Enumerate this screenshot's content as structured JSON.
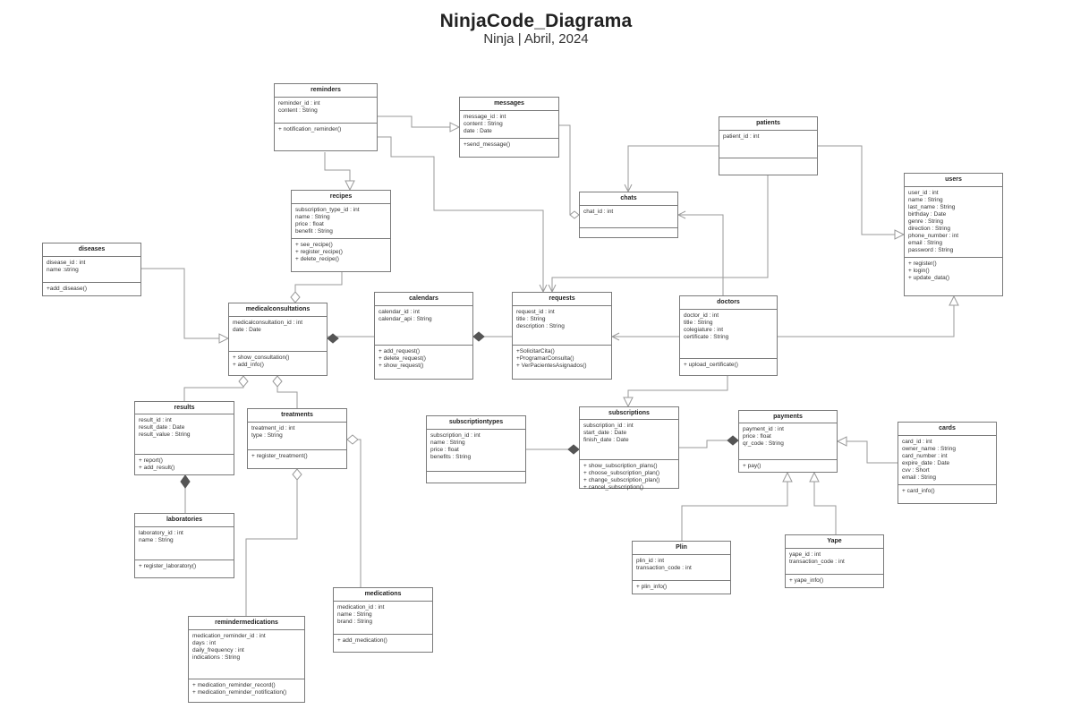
{
  "title": "NinjaCode_Diagrama",
  "subtitle": "Ninja  |  Abril, 2024",
  "classes": {
    "reminders": {
      "name": "reminders",
      "attributes": [
        "reminder_id : int",
        "content : String"
      ],
      "methods": [
        "+ notification_reminder()"
      ]
    },
    "messages": {
      "name": "messages",
      "attributes": [
        "message_id : int",
        "content : String",
        "date : Date"
      ],
      "methods": [
        "+send_message()"
      ]
    },
    "patients": {
      "name": "patients",
      "attributes": [
        "patient_id : int"
      ],
      "methods": []
    },
    "chats": {
      "name": "chats",
      "attributes": [
        "chat_id : int"
      ],
      "methods": []
    },
    "users": {
      "name": "users",
      "attributes": [
        "user_id : int",
        "name : String",
        "last_name : String",
        "birthday : Date",
        "genre : String",
        "direction : String",
        "phone_number : int",
        "email : String",
        "password : String"
      ],
      "methods": [
        "+ register()",
        "+ login()",
        "+ update_data()"
      ]
    },
    "recipes": {
      "name": "recipes",
      "attributes": [
        "subscription_type_id : int",
        "name : String",
        "price : float",
        "benefit : String"
      ],
      "methods": [
        "+ see_recipe()",
        "+ register_recipe()",
        "+ delete_recipe()"
      ]
    },
    "diseases": {
      "name": "diseases",
      "attributes": [
        "disease_id : int",
        "name :string"
      ],
      "methods": [
        "+add_disease()"
      ]
    },
    "medicalconsultations": {
      "name": "medicalconsultations",
      "attributes": [
        "medicalconsultation_id : int",
        "date : Date"
      ],
      "methods": [
        "+ show_consultation()",
        "+ add_info()"
      ]
    },
    "calendars": {
      "name": "calendars",
      "attributes": [
        "calendar_id : int",
        "calendar_api : String"
      ],
      "methods": [
        "+ add_request()",
        "+ delete_request()",
        "+ show_request()"
      ]
    },
    "requests": {
      "name": "requests",
      "attributes": [
        "request_id : int",
        "title : String",
        "description : String"
      ],
      "methods": [
        "+SolicitarCita()",
        "+ProgramarConsulta()",
        "+ VerPacientesAsignados()"
      ]
    },
    "doctors": {
      "name": "doctors",
      "attributes": [
        "doctor_id : int",
        "title : String",
        "colegiature : int",
        "certificate : String"
      ],
      "methods": [
        "+ upload_certificate()"
      ]
    },
    "results": {
      "name": "results",
      "attributes": [
        "result_id : int",
        "result_date : Date",
        "result_value : String"
      ],
      "methods": [
        "+ report()",
        "+ add_result()"
      ]
    },
    "treatments": {
      "name": "treatments",
      "attributes": [
        "treatment_id : int",
        "type : String"
      ],
      "methods": [
        "+ register_treatment()"
      ]
    },
    "laboratories": {
      "name": "laboratories",
      "attributes": [
        "laboratory_id : int",
        "name : String"
      ],
      "methods": [
        "+ register_laboratory()"
      ]
    },
    "subscriptiontypes": {
      "name": "subscriptiontypes",
      "attributes": [
        "subscription_id : int",
        "name : String",
        "price : float",
        "benefits : String"
      ],
      "methods": []
    },
    "subscriptions": {
      "name": "subscriptions",
      "attributes": [
        "subscription_id : int",
        "start_date : Date",
        "finish_date : Date"
      ],
      "methods": [
        "+ show_subscription_plans()",
        "+ choose_subscription_plan()",
        "+ change_subscription_plan()",
        "+ cancel_subscription()"
      ]
    },
    "payments": {
      "name": "payments",
      "attributes": [
        "payment_id : int",
        "price : float",
        "qr_code : String"
      ],
      "methods": [
        "+ pay()"
      ]
    },
    "cards": {
      "name": "cards",
      "attributes": [
        "card_id : int",
        "owner_name : String",
        "card_number : int",
        "expire_date : Date",
        "cvv : Short",
        "email : String"
      ],
      "methods": [
        "+ card_info()"
      ]
    },
    "plin": {
      "name": "Plin",
      "attributes": [
        "plin_id : int",
        "transaction_code : int"
      ],
      "methods": [
        "+ plin_info()"
      ]
    },
    "yape": {
      "name": "Yape",
      "attributes": [
        "yape_id : int",
        "transaction_code : int"
      ],
      "methods": [
        "+ yape_info()"
      ]
    },
    "medications": {
      "name": "medications",
      "attributes": [
        "medication_id : int",
        "name : String",
        "brand : String"
      ],
      "methods": [
        "+ add_medication()"
      ]
    },
    "remindermedications": {
      "name": "remindermedications",
      "attributes": [
        "medication_reminder_id : int",
        "days : int",
        "daily_frequency : int",
        "indications : String"
      ],
      "methods": [
        "+ medication_reminder_record()",
        "+ medication_reminder_notification()"
      ]
    }
  }
}
